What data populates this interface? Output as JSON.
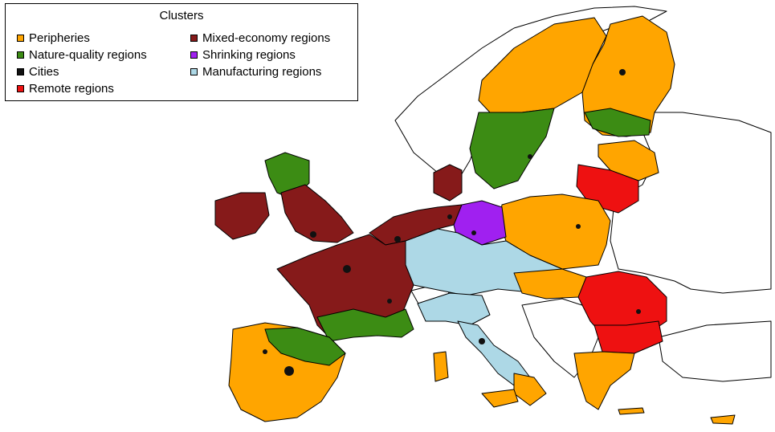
{
  "legend": {
    "title": "Clusters",
    "items": [
      {
        "label": "Peripheries",
        "color": "#FFA500"
      },
      {
        "label": "Nature-quality regions",
        "color": "#3C8C14"
      },
      {
        "label": "Cities",
        "color": "#111111"
      },
      {
        "label": "Remote regions",
        "color": "#EE1111"
      },
      {
        "label": "Mixed-economy regions",
        "color": "#861A1A"
      },
      {
        "label": "Shrinking regions",
        "color": "#A020F0"
      },
      {
        "label": "Manufacturing regions",
        "color": "#ADD8E6"
      }
    ]
  },
  "map": {
    "non_member_fill": "#FFFFFF",
    "border_color": "#000000"
  }
}
